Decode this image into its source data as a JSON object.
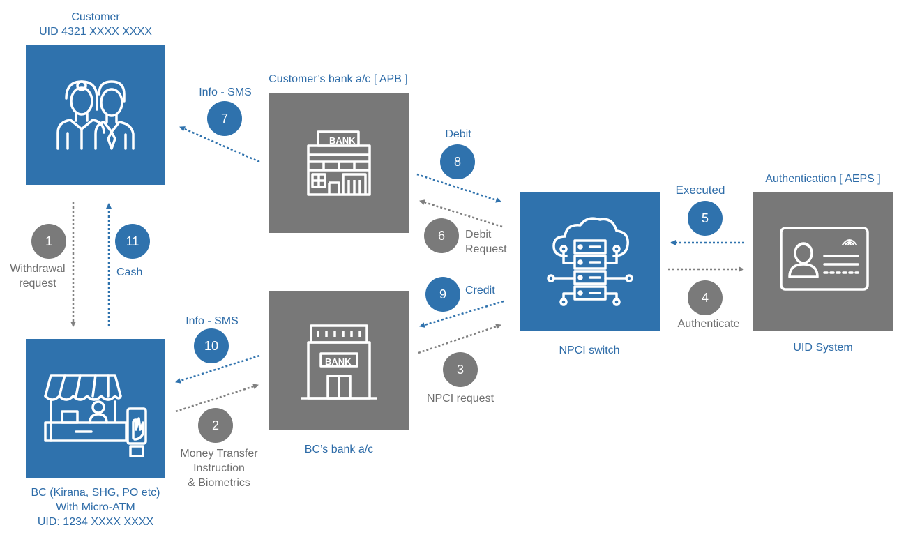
{
  "colors": {
    "blue": "#2f72ad",
    "grey": "#787878",
    "blue_text": "#2e6ca8",
    "grey_text": "#6e6e6e"
  },
  "nodes": {
    "customer": {
      "title": "Customer",
      "subtitle": "UID 4321 XXXX XXXX",
      "icon": "customers-icon"
    },
    "customer_bank": {
      "title": "Customer’s bank a/c [ APB ]",
      "icon": "bank-building-icon",
      "sign": "BANK"
    },
    "npci": {
      "title": "NPCI switch",
      "icon": "cloud-server-icon"
    },
    "uid": {
      "title": "Authentication [ AEPS ]",
      "subtitle": "UID System",
      "icon": "aadhaar-card-icon"
    },
    "bc": {
      "lines": [
        "BC (Kirana, SHG, PO etc)",
        "With Micro-ATM",
        "UID: 1234 XXXX XXXX"
      ],
      "icon": "kiosk-biometric-icon"
    },
    "bc_bank": {
      "title": "BC’s bank a/c",
      "icon": "bank-building-icon",
      "sign": "BANK"
    }
  },
  "steps": [
    {
      "num": "1",
      "lines": [
        "Withdrawal",
        "request"
      ],
      "color": "grey"
    },
    {
      "num": "2",
      "lines": [
        "Money Transfer",
        "Instruction",
        "& Biometrics"
      ],
      "color": "grey"
    },
    {
      "num": "3",
      "lines": [
        "NPCI request"
      ],
      "color": "grey"
    },
    {
      "num": "4",
      "lines": [
        "Authenticate"
      ],
      "color": "grey"
    },
    {
      "num": "5",
      "lines": [
        "Executed"
      ],
      "color": "blue"
    },
    {
      "num": "6",
      "lines": [
        "Debit",
        "Request"
      ],
      "color": "grey"
    },
    {
      "num": "7",
      "lines": [
        "Info - SMS"
      ],
      "color": "blue"
    },
    {
      "num": "8",
      "lines": [
        "Debit"
      ],
      "color": "blue"
    },
    {
      "num": "9",
      "lines": [
        "Credit"
      ],
      "color": "blue"
    },
    {
      "num": "10",
      "lines": [
        "Info - SMS"
      ],
      "color": "blue"
    },
    {
      "num": "11",
      "lines": [
        "Cash"
      ],
      "color": "blue"
    }
  ]
}
